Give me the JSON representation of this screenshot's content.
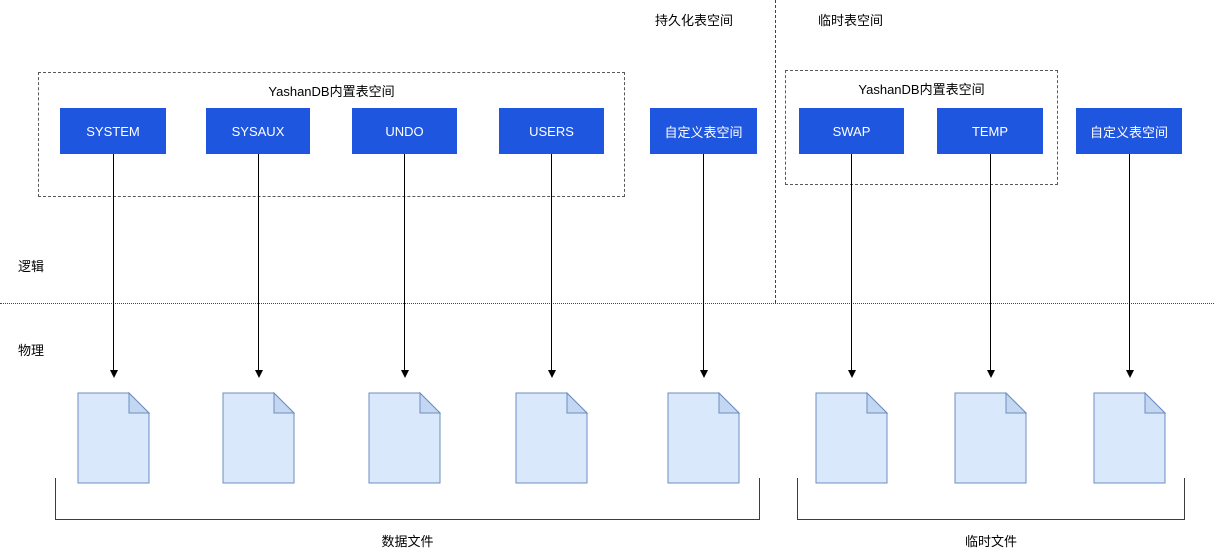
{
  "diagram": {
    "persistent_section_label": "持久化表空间",
    "temporary_section_label": "临时表空间",
    "logical_label": "逻辑",
    "physical_label": "物理",
    "persistent": {
      "builtin_group_label": "YashanDB内置表空间",
      "tablespaces": [
        "SYSTEM",
        "SYSAUX",
        "UNDO",
        "USERS"
      ],
      "custom_tablespace_label": "自定义表空间",
      "files_group_label": "数据文件"
    },
    "temporary": {
      "builtin_group_label": "YashanDB内置表空间",
      "tablespaces": [
        "SWAP",
        "TEMP"
      ],
      "custom_tablespace_label": "自定义表空间",
      "files_group_label": "临时文件"
    },
    "colors": {
      "tablespace_fill": "#1f56e0",
      "tablespace_text": "#ffffff",
      "file_fill": "#dae8fc",
      "file_fold": "#c3d7f2",
      "file_stroke": "#6c8ebf"
    }
  }
}
